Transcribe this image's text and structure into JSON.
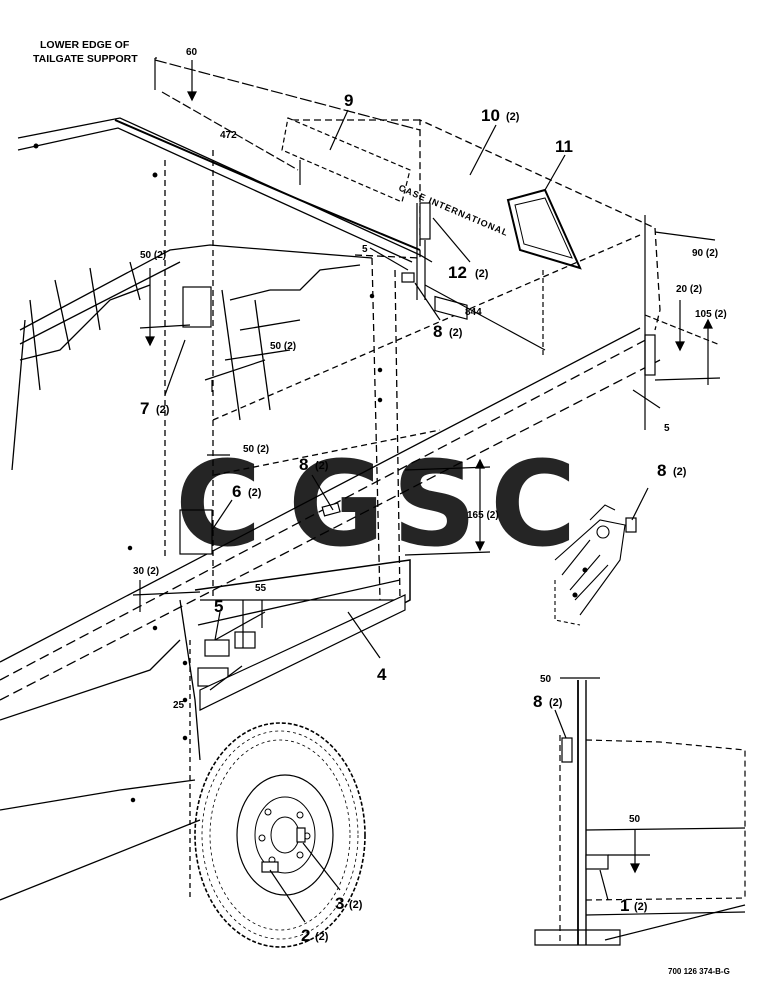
{
  "note": {
    "line1": "LOWER EDGE OF",
    "line2": "TAILGATE SUPPORT"
  },
  "decal_text": "CASE INTERNATIONAL",
  "figure_id": "700 126 374-B-G",
  "watermark": {
    "letters": [
      "C",
      "G",
      "S",
      "C"
    ],
    "colors": [
      "#4f93ee",
      "#ee7a72",
      "#f5c84a",
      "#4fb28a"
    ]
  },
  "callouts": {
    "c1": {
      "num": "1",
      "qty": "(2)"
    },
    "c2": {
      "num": "2",
      "qty": "(2)"
    },
    "c3": {
      "num": "3",
      "qty": "(2)"
    },
    "c4": {
      "num": "4",
      "qty": ""
    },
    "c5": {
      "num": "5",
      "qty": ""
    },
    "c6": {
      "num": "6",
      "qty": "(2)"
    },
    "c7": {
      "num": "7",
      "qty": "(2)"
    },
    "c8a": {
      "num": "8",
      "qty": "(2)"
    },
    "c8b": {
      "num": "8",
      "qty": "(2)"
    },
    "c8c": {
      "num": "8",
      "qty": "(2)"
    },
    "c8d": {
      "num": "8",
      "qty": "(2)"
    },
    "c9": {
      "num": "9",
      "qty": ""
    },
    "c10": {
      "num": "10",
      "qty": "(2)"
    },
    "c11": {
      "num": "11",
      "qty": ""
    },
    "c12": {
      "num": "12",
      "qty": "(2)"
    }
  },
  "dimensions": {
    "d60": "60",
    "d472": "472",
    "d5a": "5",
    "d844": "844",
    "d90": "90 (2)",
    "d20": "20 (2)",
    "d105": "105 (2)",
    "d5b": "5",
    "d50a": "50 (2)",
    "d50b": "50 (2)",
    "d50c": "50 (2)",
    "d165": "165 (2)",
    "d30": "30 (2)",
    "d55": "55",
    "d25": "25",
    "d50d": "50",
    "d50e": "50"
  }
}
